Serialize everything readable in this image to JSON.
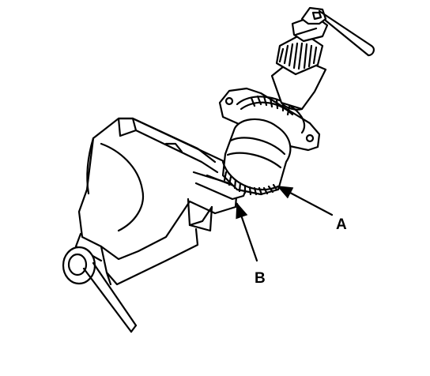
{
  "diagram": {
    "callouts": [
      {
        "id": "A",
        "label": "A"
      },
      {
        "id": "B",
        "label": "B"
      }
    ],
    "colors": {
      "ink": "#000000",
      "paper": "#ffffff"
    }
  }
}
